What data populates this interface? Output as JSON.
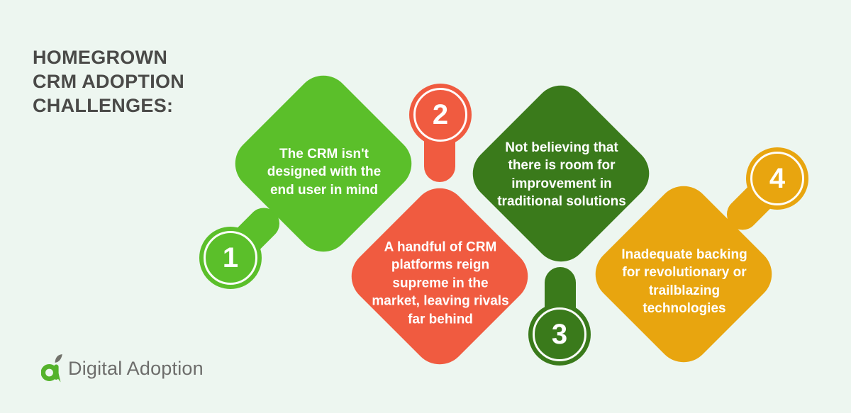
{
  "background_color": "#edf6f0",
  "title": "HOMEGROWN\nCRM ADOPTION\nCHALLENGES:",
  "title_color": "#4a4a48",
  "items": [
    {
      "number": "1",
      "color": "#5bbf2a",
      "text": "The CRM isn't\ndesigned with the\nend user in mind"
    },
    {
      "number": "2",
      "color": "#f05b40",
      "text": "A handful of CRM\nplatforms reign\nsupreme in the\nmarket, leaving rivals\nfar behind"
    },
    {
      "number": "3",
      "color": "#3a7a1b",
      "text": "Not believing that\nthere is room for\nimprovement in\ntraditional solutions"
    },
    {
      "number": "4",
      "color": "#e8a50f",
      "text": "Inadequate backing\nfor revolutionary or\ntrailblazing\ntechnologies"
    }
  ],
  "logo": {
    "icon": "digital-adoption-a-leaf-icon",
    "text": "Digital Adoption",
    "green": "#54b22b",
    "gray": "#6d6d6b",
    "leaf_gray": "#72726b"
  }
}
